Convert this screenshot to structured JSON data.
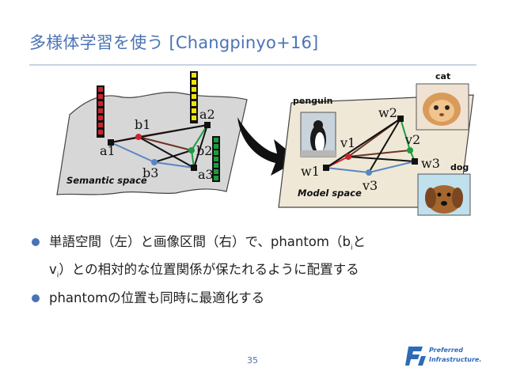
{
  "slide": {
    "title": "多様体学習を使う [Changpinyo+16]",
    "page_number": "35"
  },
  "figure": {
    "left_plane_label": "Semantic space",
    "right_plane_label": "Model space",
    "left_nodes": {
      "a1": "a1",
      "a2": "a2",
      "a3": "a3",
      "b1": "b1",
      "b2": "b2",
      "b3": "b3"
    },
    "right_nodes": {
      "w1": "w1",
      "w2": "w2",
      "w3": "w3",
      "v1": "v1",
      "v2": "v2",
      "v3": "v3"
    },
    "image_labels": {
      "penguin": "penguin",
      "cat": "cat",
      "dog": "dog"
    },
    "colors": {
      "red": "#c8262b",
      "green": "#1f9a3e",
      "blue": "#5a86c0",
      "yellow": "#f0e600",
      "brown": "#6e3226"
    }
  },
  "bullets": [
    {
      "text_a": "単語空間（左）と画像区間（右）で、phantom（b",
      "sub_a": "i",
      "text_b": "と",
      "line2_a": "v",
      "sub_b": "i",
      "line2_b": "）との相対的な位置関係が保たれるように配置する"
    },
    {
      "text": "phantomの位置も同時に最適化する"
    }
  ],
  "logo": {
    "line1": "Preferred",
    "line2": "Infrastructure."
  }
}
